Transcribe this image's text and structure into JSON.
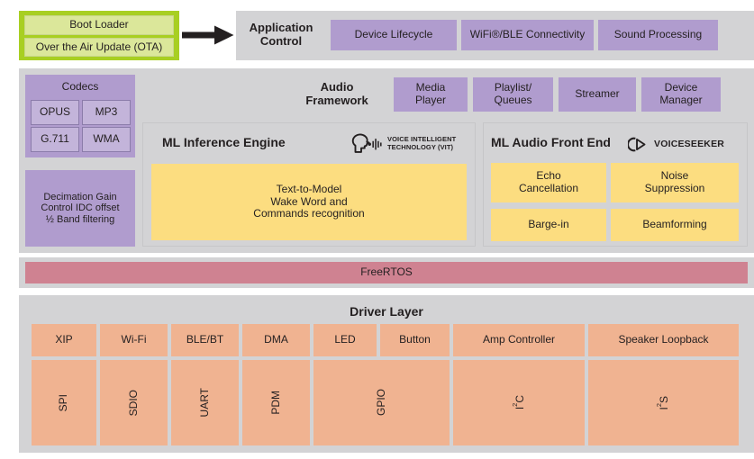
{
  "diagram": {
    "title": "Audio software architecture stack",
    "colors": {
      "panel_grey": "#d3d3d5",
      "purple": "#b09cce",
      "purple_light": "#c3b4da",
      "yellow": "#fcdd80",
      "orange": "#f0b391",
      "rose": "#cf8291",
      "green_border": "#a8cf22",
      "green_fill": "#dbe79a",
      "text": "#231f20"
    }
  },
  "boot": {
    "items": [
      {
        "label": "Boot Loader"
      },
      {
        "label": "Over the Air Update (OTA)"
      }
    ],
    "arrow_icon": "arrow-right-icon"
  },
  "application_control": {
    "title": "Application Control",
    "title_line1": "Application",
    "title_line2": "Control",
    "blocks": [
      {
        "label": "Device Lifecycle"
      },
      {
        "label": "WiFi®/BLE Connectivity"
      },
      {
        "label": "Sound Processing"
      }
    ]
  },
  "audio_framework": {
    "title_line1": "Audio",
    "title_line2": "Framework",
    "blocks": [
      {
        "line1": "Media",
        "line2": "Player"
      },
      {
        "line1": "Playlist/",
        "line2": "Queues"
      },
      {
        "line1": "Streamer",
        "line2": ""
      },
      {
        "line1": "Device",
        "line2": "Manager"
      }
    ]
  },
  "codecs": {
    "title": "Codecs",
    "items": [
      {
        "label": "OPUS"
      },
      {
        "label": "MP3"
      },
      {
        "label": "G.711"
      },
      {
        "label": "WMA"
      }
    ],
    "decimation": {
      "line1": "Decimation Gain",
      "line2": "Control IDC offset",
      "line3": "½ Band filtering"
    }
  },
  "ml_inference": {
    "title": "ML Inference Engine",
    "logo": {
      "icon": "voice-head-icon",
      "line1": "VOICE INTELLIGENT",
      "line2": "TECHNOLOGY (VIT)"
    },
    "body": {
      "line1": "Text-to-Model",
      "line2": "Wake Word and",
      "line3": "Commands recognition"
    }
  },
  "ml_audio_front_end": {
    "title": "ML Audio Front End",
    "logo": {
      "icon": "voiceseeker-icon",
      "text": "VOICESEEKER"
    },
    "blocks": [
      {
        "line1": "Echo",
        "line2": "Cancellation"
      },
      {
        "line1": "Noise",
        "line2": "Suppression"
      },
      {
        "line1": "Barge-in",
        "line2": ""
      },
      {
        "line1": "Beamforming",
        "line2": ""
      }
    ]
  },
  "rtos": {
    "label": "FreeRTOS"
  },
  "driver_layer": {
    "title": "Driver Layer",
    "top_row": [
      {
        "label": "XIP"
      },
      {
        "label": "Wi-Fi"
      },
      {
        "label": "BLE/BT"
      },
      {
        "label": "DMA"
      },
      {
        "label": "LED"
      },
      {
        "label": "Button"
      },
      {
        "label": "Amp Controller"
      },
      {
        "label": "Speaker Loopback"
      }
    ],
    "bottom_row": [
      {
        "label": "SPI",
        "sup": ""
      },
      {
        "label": "SDIO",
        "sup": ""
      },
      {
        "label": "UART",
        "sup": ""
      },
      {
        "label": "PDM",
        "sup": ""
      },
      {
        "label": "GPIO",
        "sup": ""
      },
      {
        "label": "I",
        "sup": "2",
        "tail": "C"
      },
      {
        "label": "I",
        "sup": "2",
        "tail": "S"
      }
    ]
  }
}
